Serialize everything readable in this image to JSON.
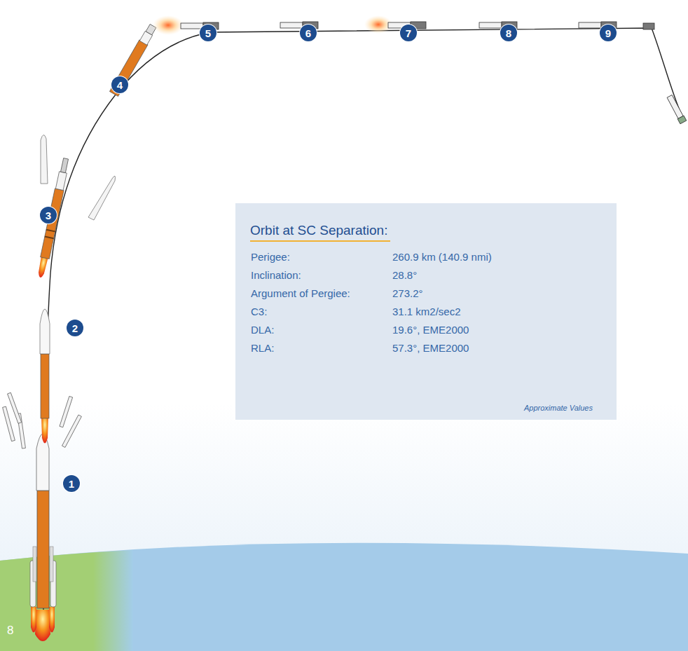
{
  "diagram": {
    "nodes": [
      {
        "text": [
          "1"
        ]
      },
      {
        "text": [
          "2"
        ]
      },
      {
        "text": [
          "3"
        ]
      },
      {
        "text": [
          "4"
        ]
      },
      {
        "text": [
          "5"
        ]
      },
      {
        "text": [
          "6"
        ]
      },
      {
        "text": [
          "7"
        ]
      },
      {
        "text": [
          "8"
        ]
      },
      {
        "text": [
          "9"
        ]
      },
      {
        "text": [
          "Orbit at SC Separation:",
          "Perigee:",
          "260.9 km (140.9 nmi)",
          "Inclination:",
          "28.8°",
          "Argument of Pergiee:",
          "273.2°",
          "C3:",
          "31.1 km2/sec2",
          "DLA:",
          "19.6°, EME2000",
          "RLA:",
          "57.3°, EME2000",
          "Approximate Values"
        ]
      }
    ],
    "labels": [
      "8"
    ]
  }
}
